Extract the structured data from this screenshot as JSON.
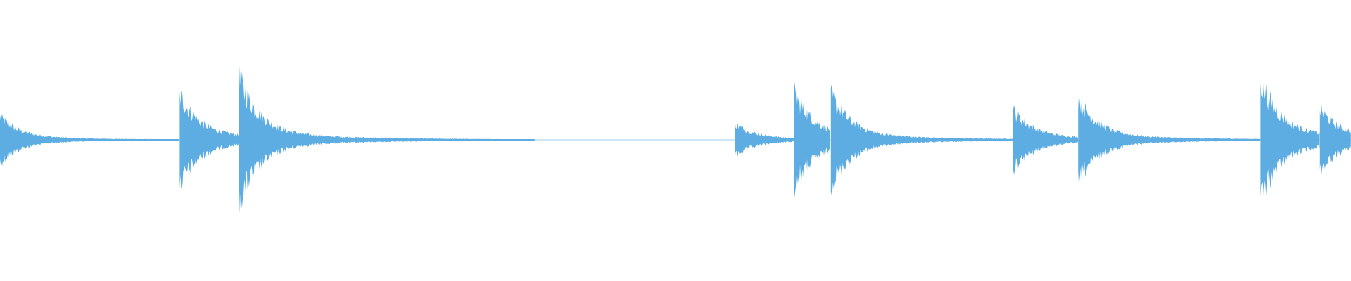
{
  "waveform": {
    "color": "#5dade2",
    "background": "#ffffff",
    "onsets": [
      {
        "t": 0.0,
        "level": 0.37
      },
      {
        "t": 0.133,
        "level": 0.72
      },
      {
        "t": 0.177,
        "level": 1.0
      },
      {
        "t": 0.544,
        "level": 0.26
      },
      {
        "t": 0.588,
        "level": 0.75
      },
      {
        "t": 0.615,
        "level": 0.73
      },
      {
        "t": 0.75,
        "level": 0.47
      },
      {
        "t": 0.798,
        "level": 0.66
      },
      {
        "t": 0.933,
        "level": 0.97
      },
      {
        "t": 0.977,
        "level": 0.5
      }
    ]
  }
}
